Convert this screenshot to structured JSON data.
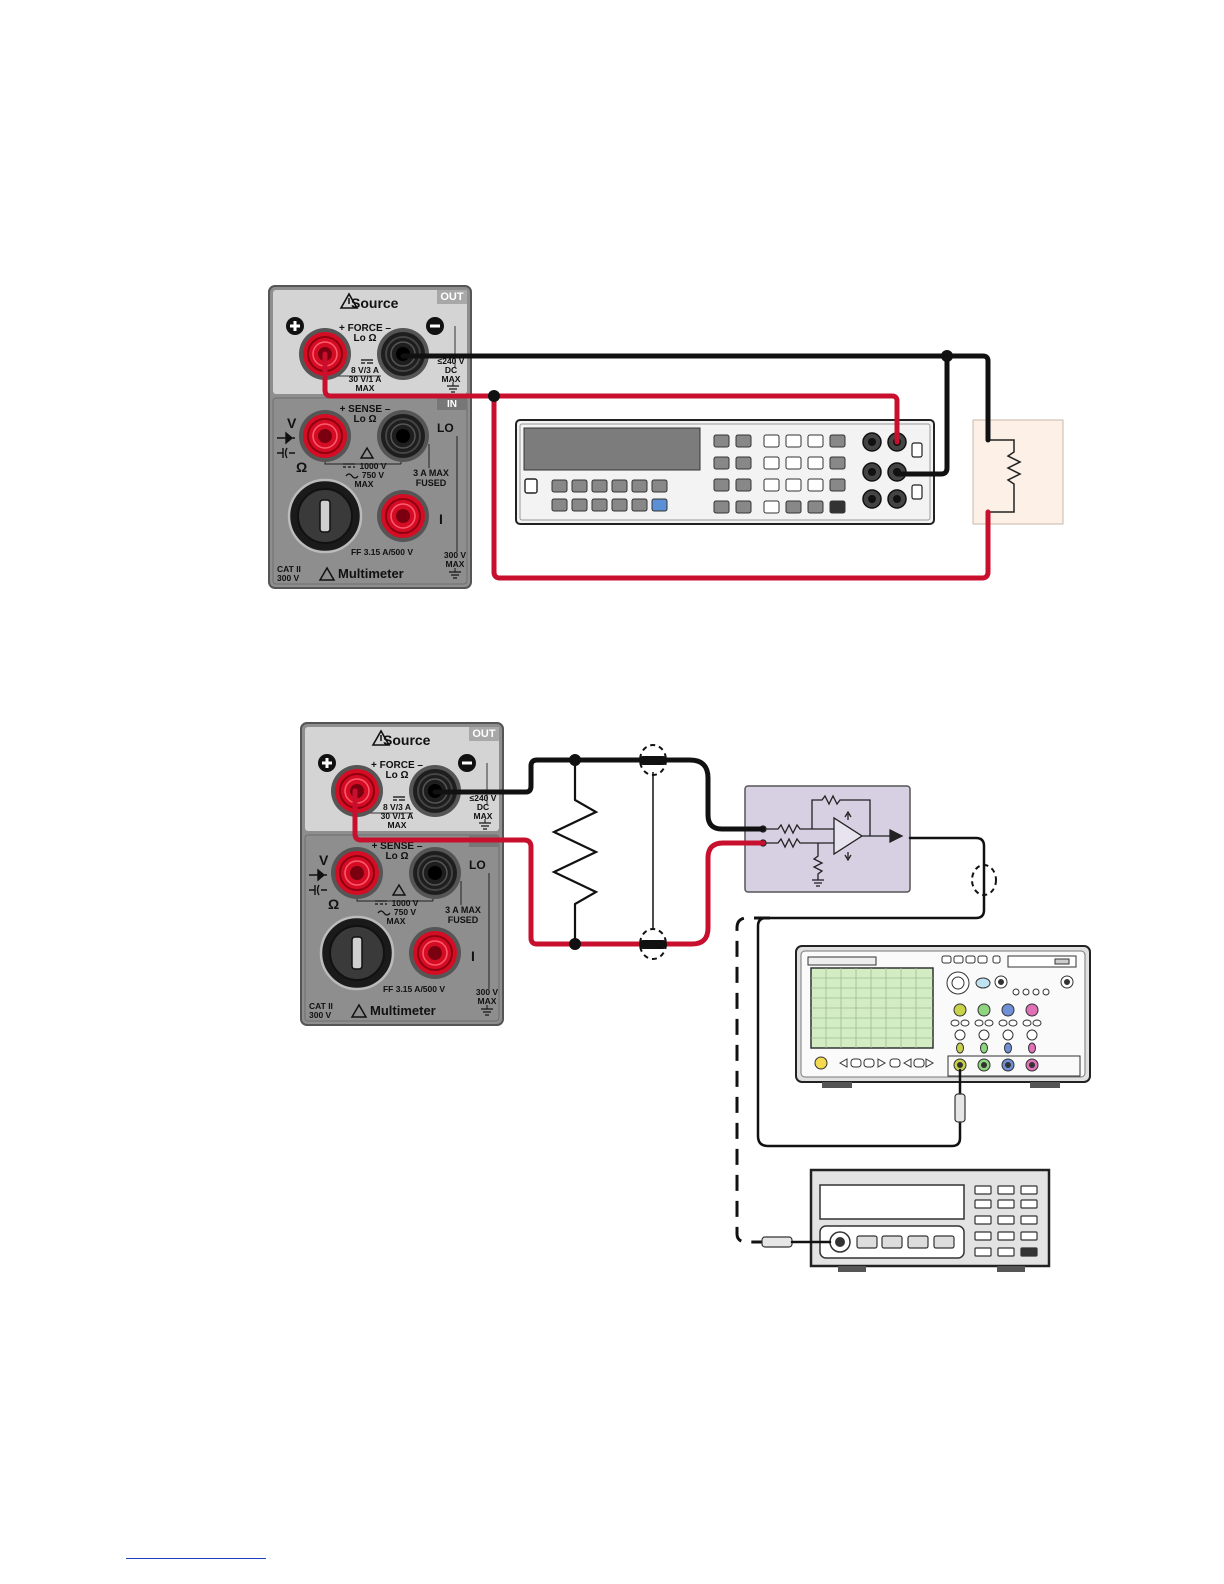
{
  "panel": {
    "source_title": "Source",
    "out_tag": "OUT",
    "in_tag": "IN",
    "force_label": "+ FORCE –",
    "force_lo": "Lo Ω",
    "source_rating_1": "8 V/3 A",
    "source_rating_2": "30 V/1 A",
    "source_rating_3": "MAX",
    "dc_rating_1": "≤240 V",
    "dc_rating_2": "DC",
    "dc_rating_3": "MAX",
    "sense_label": "+ SENSE –",
    "sense_lo": "Lo Ω",
    "v_label": "V",
    "ohm_label": "Ω",
    "lo_label": "LO",
    "volt_rating_1": "1000 V",
    "volt_rating_2": "750 V",
    "volt_rating_3": "MAX",
    "amp_rating_1": "3 A MAX",
    "amp_rating_2": "FUSED",
    "i_label": "I",
    "fuse_label": "FF 3.15 A/500 V",
    "gnd_rating_1": "300 V",
    "gnd_rating_2": "MAX",
    "cat_label_1": "CAT II",
    "cat_label_2": "300 V",
    "multimeter_title": "Multimeter"
  },
  "colors": {
    "wire_red": "#c8102e",
    "wire_black": "#111111",
    "panel_top": "#d4d4d4",
    "panel_bottom": "#8e8e8e",
    "panel_frame": "#555555",
    "dut_fill": "#fdf0e6",
    "amp_fill": "#d6d0e2",
    "scope_grid": "#d4ecc4",
    "key_blue": "#5b8fd6"
  },
  "icons": [
    "warning-icon",
    "plus-icon",
    "minus-icon",
    "diode-icon",
    "capacitor-icon",
    "ground-icon",
    "resistor-icon",
    "op-amp-icon",
    "shield-icon",
    "bnc-connector-icon"
  ]
}
